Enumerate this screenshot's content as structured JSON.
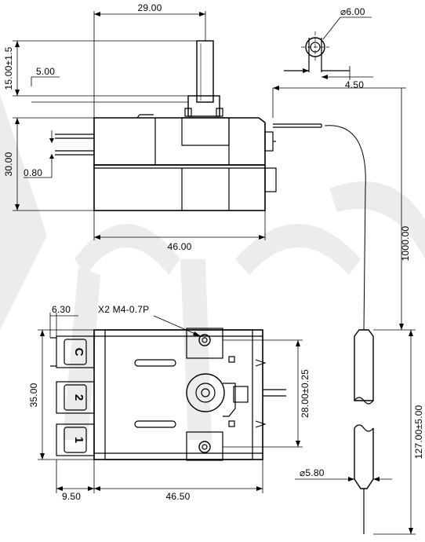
{
  "drawing": {
    "dimensions": {
      "width_top": "29.00",
      "knob_height": "15.00±1.5",
      "knob_offset": "5.00",
      "height_body": "30.00",
      "pin_thickness": "0.80",
      "width_body": "46.00",
      "shaft_diameter": "⌀6.00",
      "flat_width": "4.50",
      "capillary_length": "1000.00",
      "tab_width": "6.30",
      "thread_spec": "X2 M4-0.7P",
      "height_bottom": "35.00",
      "mount_spacing": "28.00±0.25",
      "bulb_length": "127.00±5.00",
      "bulb_diameter": "⌀5.80",
      "offset_left": "9.50",
      "width_bottom": "46.50"
    },
    "terminals": [
      "C",
      "2",
      "1"
    ],
    "colors": {
      "line": "#000000",
      "watermark": "#ececec"
    }
  }
}
